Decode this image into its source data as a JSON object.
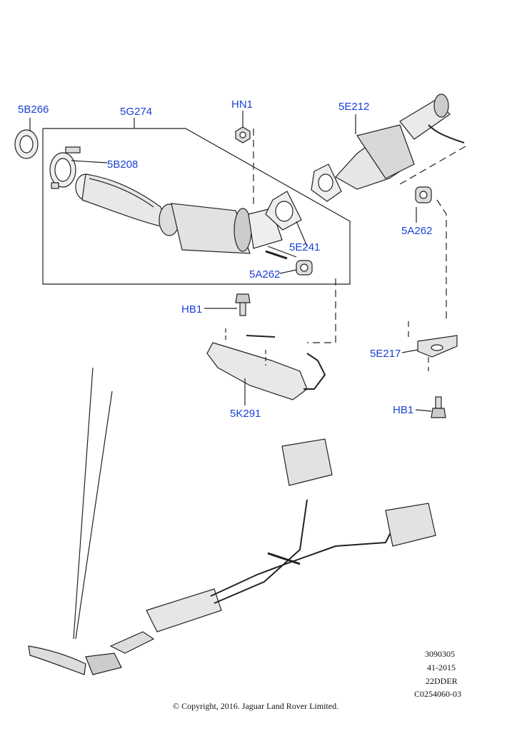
{
  "callouts": {
    "c_5B266": "5B266",
    "c_5G274": "5G274",
    "c_HN1": "HN1",
    "c_5E212": "5E212",
    "c_5B208": "5B208",
    "c_5E241": "5E241",
    "c_5A262_left": "5A262",
    "c_5A262_right": "5A262",
    "c_HB1_left": "HB1",
    "c_5E217": "5E217",
    "c_HB1_right": "HB1",
    "c_5K291": "5K291"
  },
  "meta": {
    "ref1": "3090305",
    "ref2": "41-2015",
    "ref3": "22DDER",
    "ref4": "C0254060-03",
    "copyright": "© Copyright, 2016. Jaguar Land Rover Limited."
  },
  "colors": {
    "callout": "#1b3fd8",
    "line": "#222222"
  }
}
